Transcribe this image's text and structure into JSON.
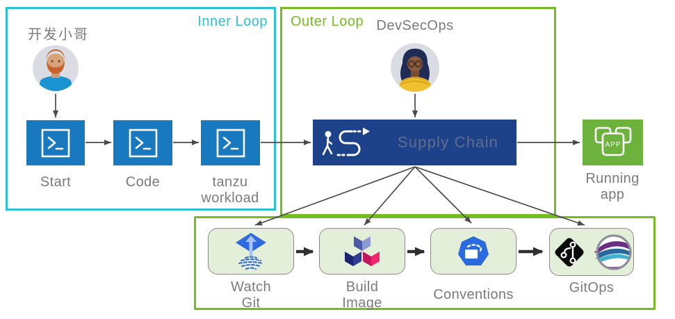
{
  "inner_loop": {
    "label": "Inner Loop",
    "persona": "开发小哥",
    "steps": [
      {
        "label": "Start",
        "icon": "terminal-icon"
      },
      {
        "label": "Code",
        "icon": "terminal-icon"
      },
      {
        "label": "tanzu\nworkload",
        "icon": "terminal-icon"
      }
    ]
  },
  "outer_loop": {
    "label": "Outer Loop",
    "persona": "DevSecOps",
    "supply_chain": {
      "label": "Supply Chain",
      "icon": "person-path-icon"
    }
  },
  "running_app": {
    "label": "Running\napp",
    "icon_text": "APP"
  },
  "pipeline": {
    "items": [
      {
        "label": "Watch\nGit",
        "icon": "flux-watch-git-icon"
      },
      {
        "label": "Build\nImage",
        "icon": "kpack-build-icon"
      },
      {
        "label": "Conventions",
        "icon": "kubernetes-conventions-icon"
      },
      {
        "label": "GitOps",
        "icons": [
          "git-icon",
          "swoosh-sphere-icon"
        ]
      }
    ]
  },
  "colors": {
    "inner_border": "#2BC0D4",
    "outer_border": "#74BC21",
    "step_blue": "#1879BF",
    "supply_navy": "#1D428A",
    "supply_text": "#5F6E8C",
    "running_green": "#6CB23D",
    "item_fill": "#E4EFD9",
    "item_border": "#8A8A8A",
    "label_gray": "#7B7B7B",
    "arrow": "#4A4A4A",
    "arrow_bold": "#2E2E2E"
  }
}
